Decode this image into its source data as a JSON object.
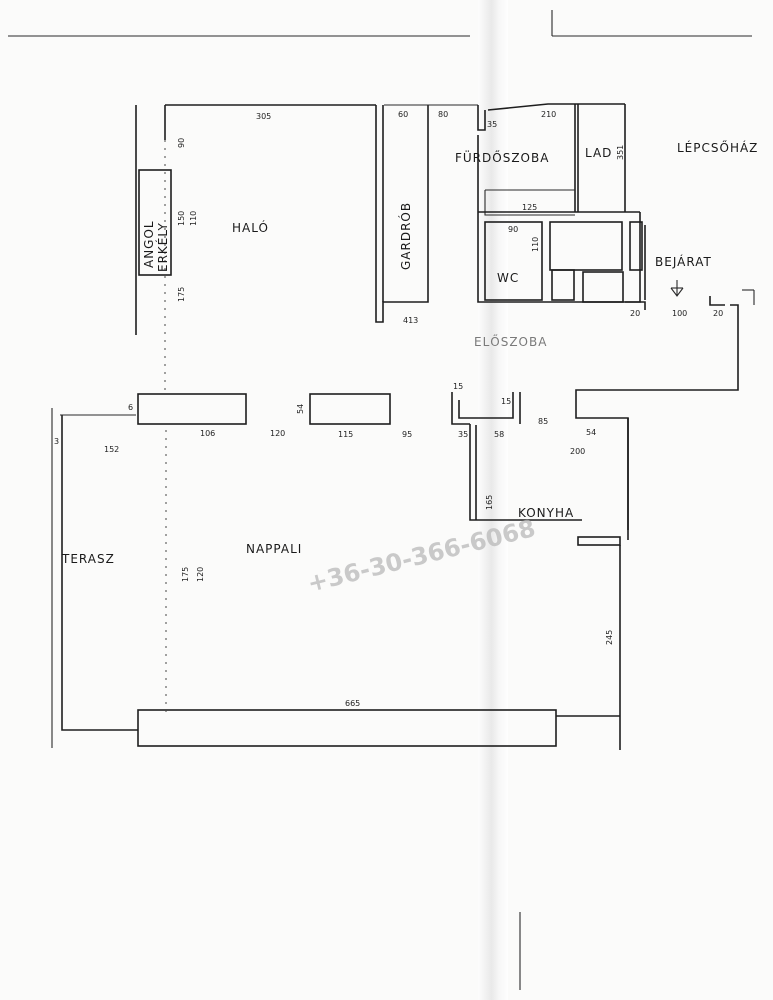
{
  "rooms": {
    "halo": "HALÓ",
    "angol_erkely_1": "ANGOL",
    "angol_erkely_2": "ERKÉLY",
    "gardrob": "GARDRÓB",
    "furdoszoba": "FÜRDŐSZOBA",
    "lead": "LAD",
    "wc": "WC",
    "lepcsohaz": "LÉPCSŐHÁZ",
    "bejarat": "BEJÁRAT",
    "eloszoba": "ELŐSZOBA",
    "nappali": "NAPPALI",
    "terasz": "TERASZ",
    "konyha": "KONYHA"
  },
  "dimensions": {
    "d305": "305",
    "d60": "60",
    "d80": "80",
    "d35a": "35",
    "d210": "210",
    "d90a": "90",
    "d150": "150",
    "d110": "110",
    "d175a": "175",
    "d351": "351",
    "d125": "125",
    "d90b": "90",
    "d110b": "110",
    "d413": "413",
    "d20a": "20",
    "d100": "100",
    "d20b": "20",
    "d15a": "15",
    "d15b": "15",
    "d54a": "54",
    "d6": "6",
    "d3": "3",
    "d152": "152",
    "d106": "106",
    "d120": "120",
    "d115": "115",
    "d95": "95",
    "d35b": "35",
    "d58": "58",
    "d85": "85",
    "d54b": "54",
    "d200": "200",
    "d165": "165",
    "d175b": "175",
    "d120b": "120",
    "d245": "245",
    "d665": "665"
  },
  "watermark": "+36-30-366-6068"
}
